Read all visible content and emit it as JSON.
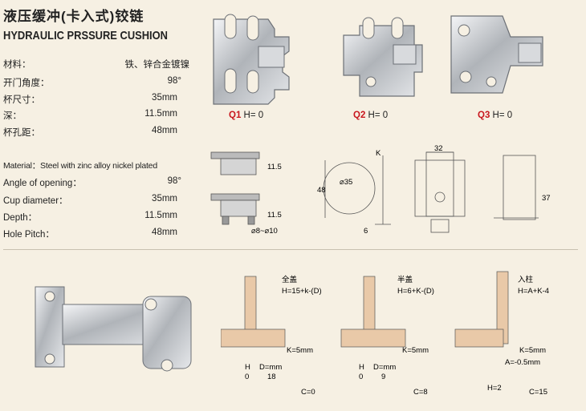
{
  "title": {
    "cn": "液压缓冲(卡入式)铰链",
    "en": "HYDRAULIC PRSSURE CUSHION"
  },
  "specs_cn": [
    {
      "label": "材料：",
      "value": "铁、锌合金镀镍"
    },
    {
      "label": "开门角度：",
      "value": "98°"
    },
    {
      "label": "杯尺寸：",
      "value": "35mm"
    },
    {
      "label": "深：",
      "value": "11.5mm"
    },
    {
      "label": "杯孔距：",
      "value": "48mm"
    }
  ],
  "specs_en": [
    {
      "label": "Material：Steel with zinc alloy nickel plated",
      "value": ""
    },
    {
      "label": "Angle of opening：",
      "value": "98°"
    },
    {
      "label": "Cup diameter：",
      "value": "35mm"
    },
    {
      "label": "Depth：",
      "value": "11.5mm"
    },
    {
      "label": "Hole Pitch：",
      "value": "48mm"
    }
  ],
  "plates": [
    {
      "code": "Q1",
      "text": "H= 0"
    },
    {
      "code": "Q2",
      "text": "H= 0"
    },
    {
      "code": "Q3",
      "text": "H= 0"
    }
  ],
  "cup_dims": {
    "depth_top": "11.5",
    "depth_bottom": "11.5",
    "screw": "⌀8~⌀10"
  },
  "circle_dims": {
    "k": "K",
    "pitch": "48",
    "diameter": "⌀35",
    "edge": "6"
  },
  "plate_dims": {
    "width": "32",
    "height": "37"
  },
  "overlays": [
    {
      "cn": "全盖",
      "formula": "H=15+k-(D)",
      "k": "K=5mm",
      "col1": "H",
      "col2": "D=mm",
      "v1": "0",
      "v2": "18",
      "c": "C=0"
    },
    {
      "cn": "半盖",
      "formula": "H=6+K-(D)",
      "k": "K=5mm",
      "col1": "H",
      "col2": "D=mm",
      "v1": "0",
      "v2": "9",
      "c": "C=8"
    },
    {
      "cn": "入柱",
      "formula": "H=A+K-4",
      "k": "K=5mm",
      "a": "A=-0.5mm",
      "h": "H=2",
      "c": "C=15"
    }
  ],
  "colors": {
    "accent": "#c8161d",
    "wood": "#e9c9a8",
    "metal": "#b9bcc0"
  }
}
